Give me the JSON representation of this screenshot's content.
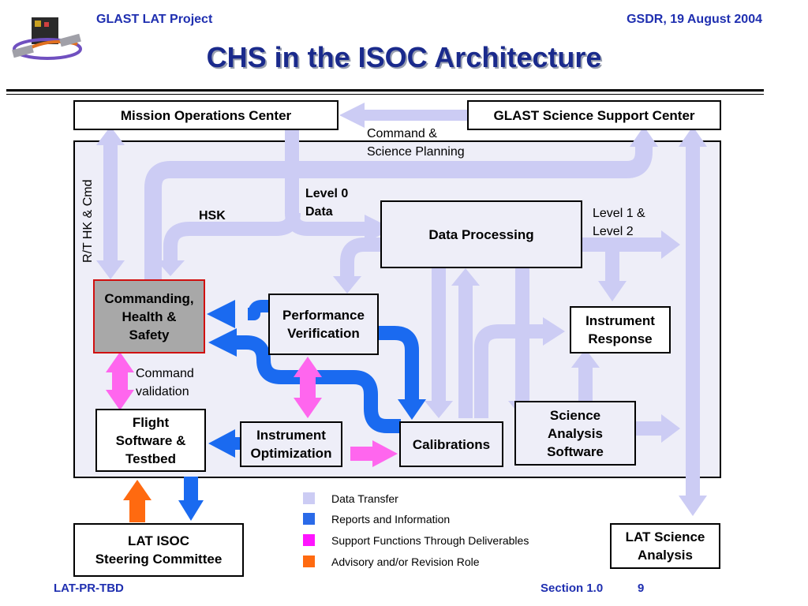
{
  "header": {
    "left": "GLAST LAT Project",
    "right": "GSDR, 19 August 2004",
    "logo_icon": "glast-satellite-logo"
  },
  "title": "CHS in the ISOC Architecture",
  "boxes": {
    "moc": "Mission Operations Center",
    "gssc": "GLAST Science Support Center",
    "data_processing": "Data Processing",
    "chs": "Commanding,\nHealth &\nSafety",
    "perf_verif": "Performance\nVerification",
    "instr_response": "Instrument\nResponse",
    "sci_analysis": "Science\nAnalysis\nSoftware",
    "flight_sw": "Flight\nSoftware &\nTestbed",
    "instr_opt": "Instrument\nOptimization",
    "calibrations": "Calibrations",
    "steering": "LAT ISOC\nSteering Committee",
    "lat_science": "LAT Science\nAnalysis"
  },
  "labels": {
    "cmd_sci": "Command &\nScience Planning",
    "level0": "Level 0\nData",
    "hsk": "HSK",
    "level12": "Level 1 &\nLevel 2",
    "rt_hk": "R/T  HK & Cmd",
    "cmd_validation": "Command\nvalidation"
  },
  "legend": [
    {
      "label": "Data Transfer",
      "color": "#ccccf4"
    },
    {
      "label": "Reports and Information",
      "color": "#2a6ae8"
    },
    {
      "label": "Support Functions Through Deliverables",
      "color": "#ff14ff"
    },
    {
      "label": "Advisory and/or Revision Role",
      "color": "#ff6a10"
    }
  ],
  "colors": {
    "data_transfer": "#ccccf4",
    "reports": "#1a6af0",
    "support": "#ff66ee",
    "advisory": "#ff6a10",
    "accent": "#1f2fb0"
  },
  "footer": {
    "left": "LAT-PR-TBD",
    "section": "Section 1.0",
    "page": "9"
  }
}
